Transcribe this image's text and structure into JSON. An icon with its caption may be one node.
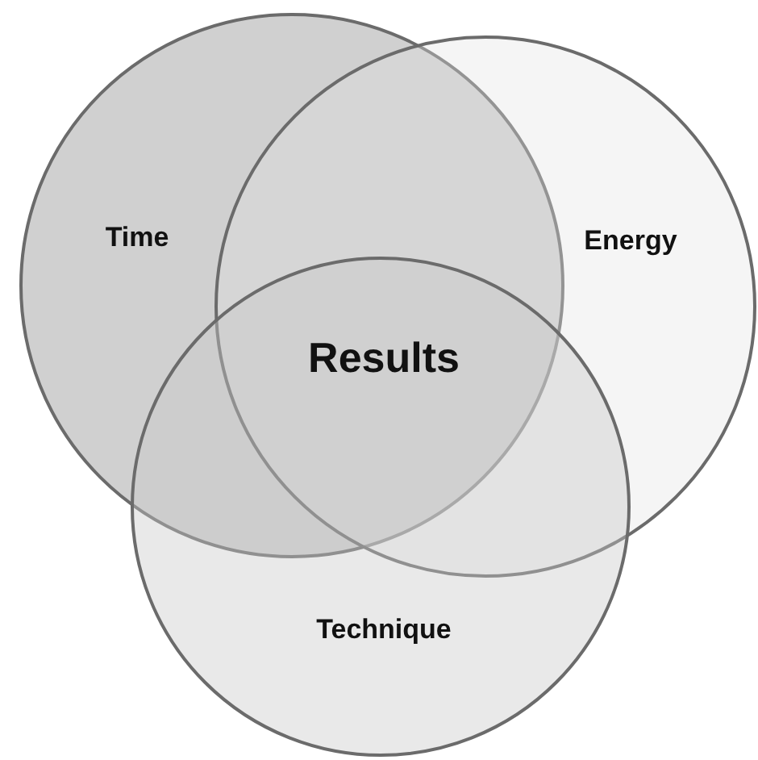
{
  "diagram": {
    "nodes": [
      {
        "text": [
          "Time"
        ]
      },
      {
        "text": [
          "Energy"
        ]
      },
      {
        "text": [
          "Technique"
        ]
      }
    ],
    "labels": [
      "Results"
    ]
  }
}
